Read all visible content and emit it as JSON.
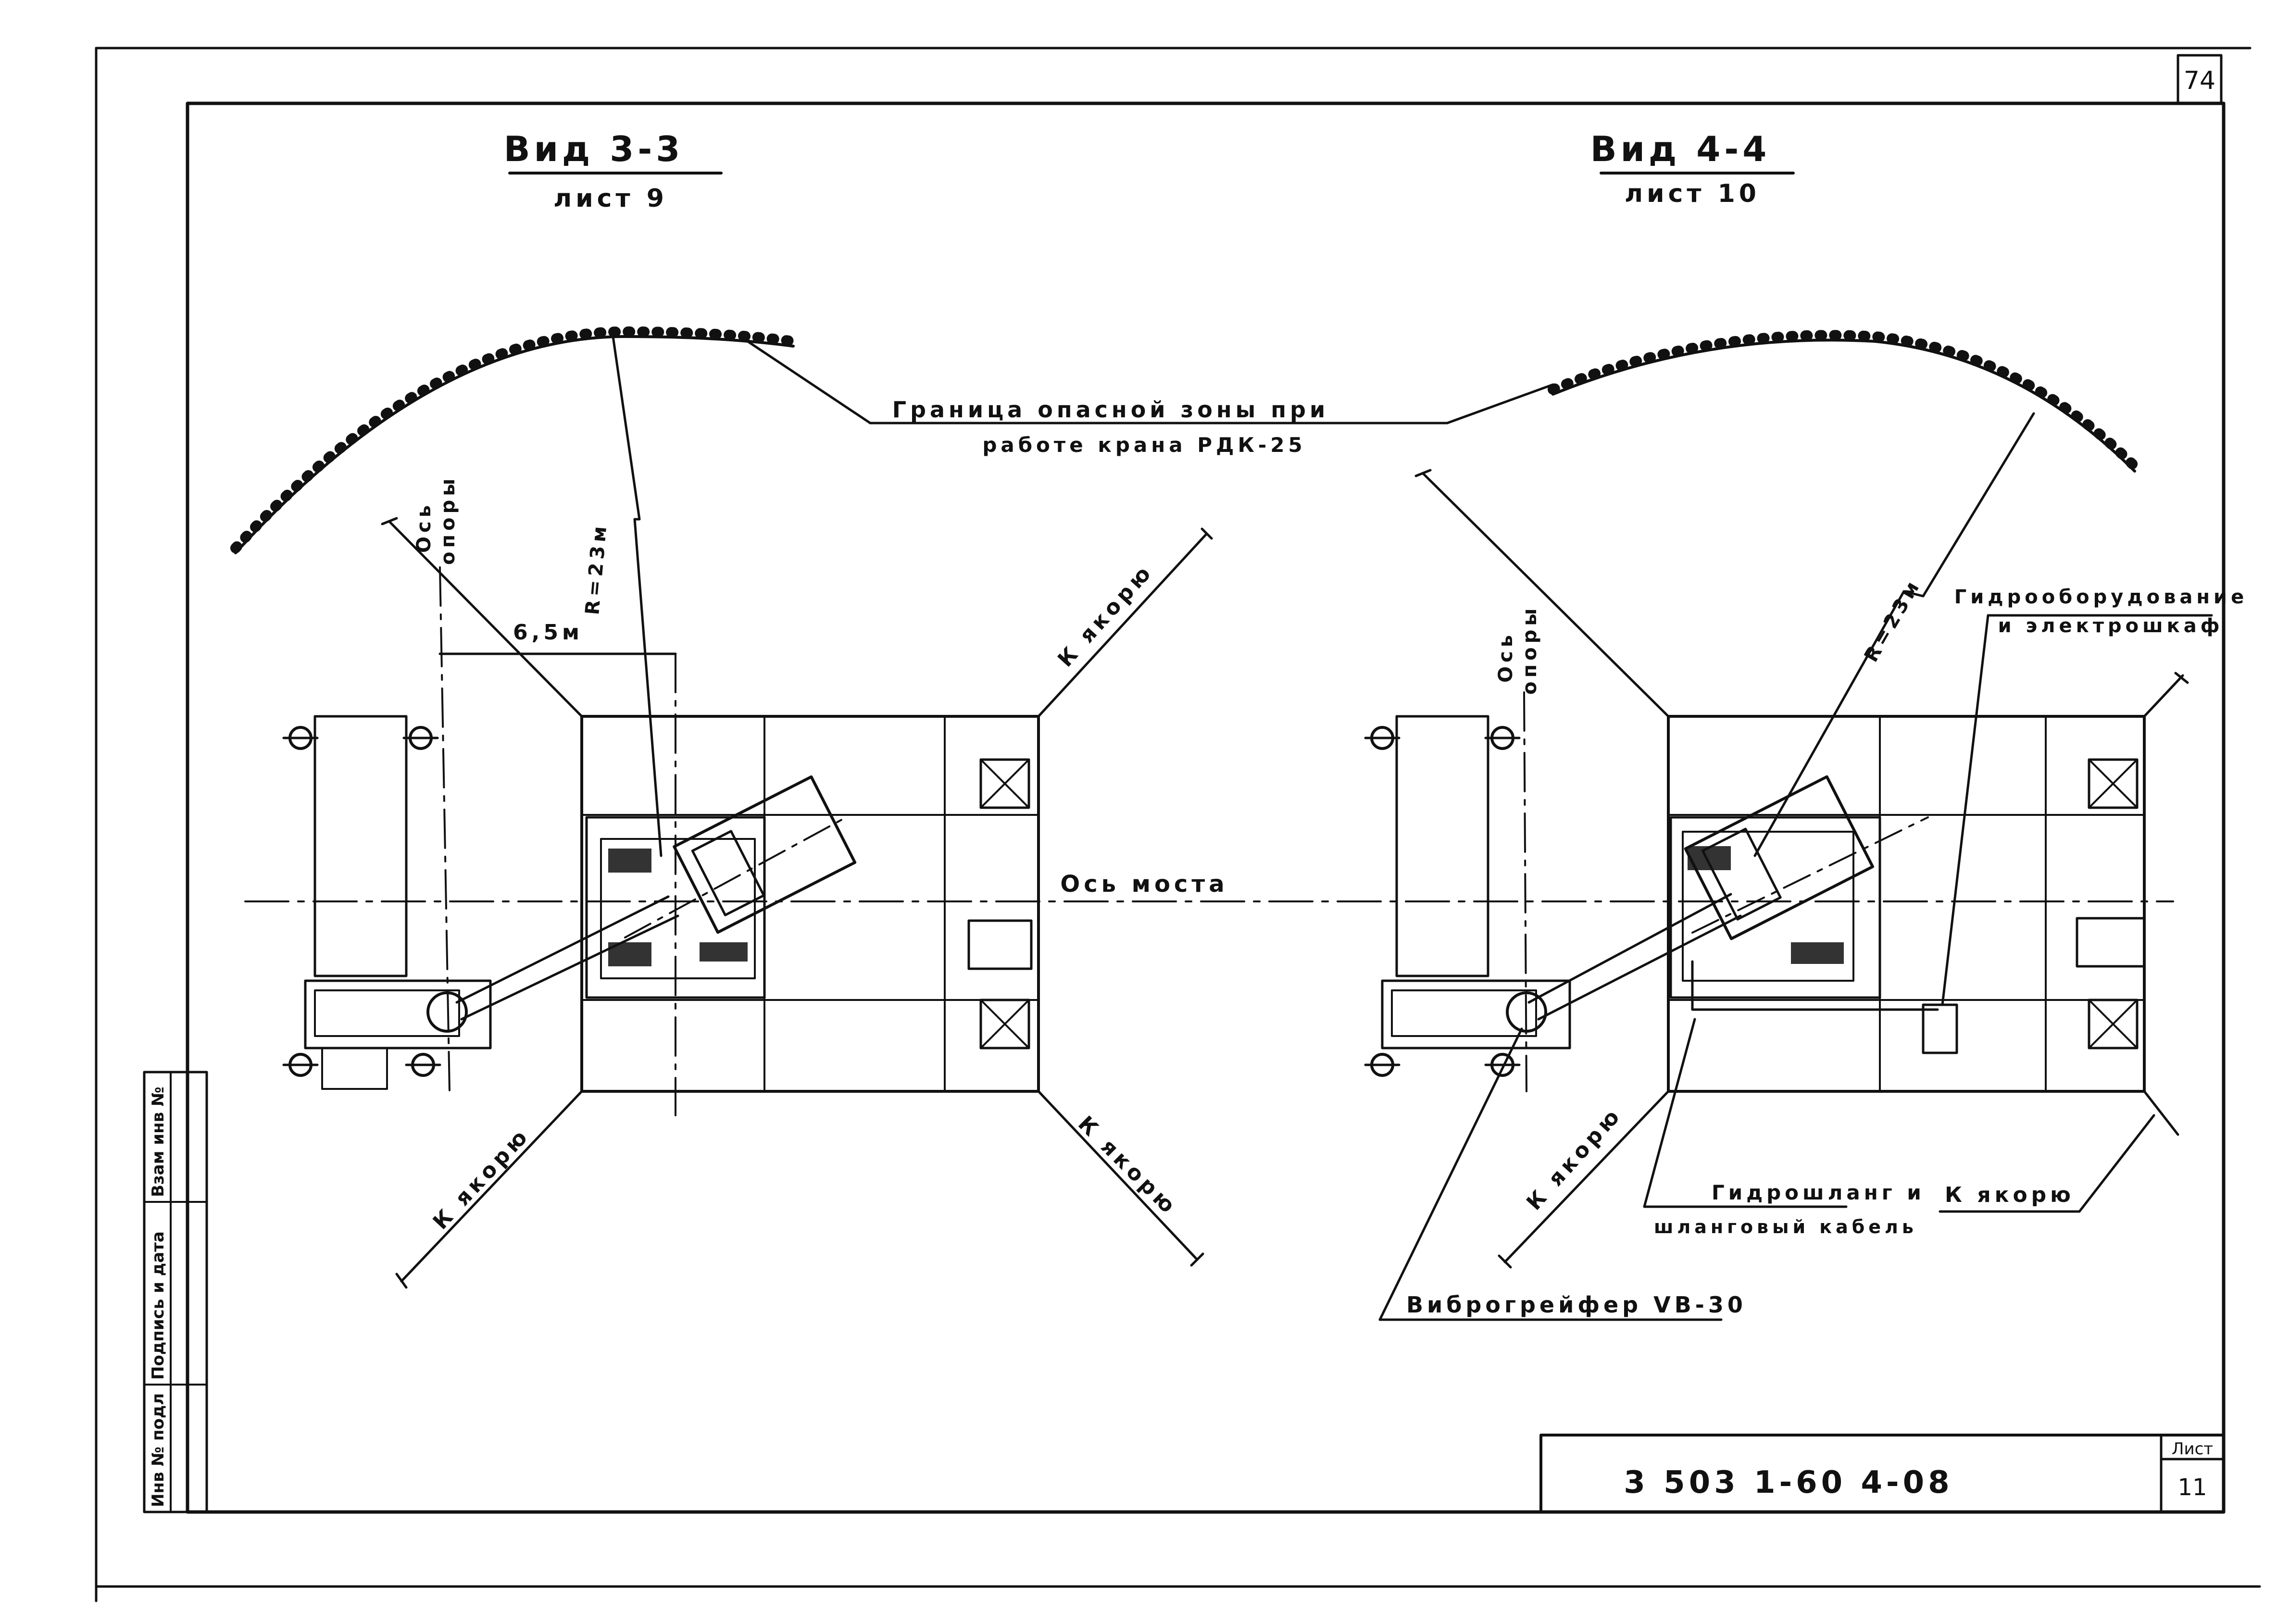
{
  "sheet": {
    "corner_number": "74",
    "stamp_code": "3 503 1-60 4-08",
    "stamp_sheet_label": "Лист",
    "stamp_sheet_number": "11"
  },
  "side_stamp": {
    "cells": [
      "Инв № подл",
      "Подпись и дата",
      "Взам инв №"
    ]
  },
  "views": {
    "left": {
      "title": "Вид 3-3",
      "subtitle": "лист 9"
    },
    "right": {
      "title": "Вид 4-4",
      "subtitle": "лист 10"
    }
  },
  "labels": {
    "danger_zone_line1": "Граница опасной зоны при",
    "danger_zone_line2": "работе крана РДК-25",
    "bridge_axis": "Ось моста",
    "support_axis_line1": "Ось",
    "support_axis_line2": "опоры",
    "support_axis_right_line1": "Ось",
    "support_axis_right_line2": "опоры",
    "radius_left": "R=23м",
    "radius_right": "R=23м",
    "dim_offset": "6,5м",
    "anchor_top_left": "К якорю",
    "anchor_bottom_left": "К якорю",
    "anchor_bottom_left_diag": "К якорю",
    "anchor_bottom_right_diag": "К якорю",
    "anchor_right_box": "К якорю",
    "hydro_line1": "Гидрооборудование",
    "hydro_line2": "и электрошкаф",
    "hose_line1": "Гидрошланг и",
    "hose_line2": "шланговый кабель",
    "vibro": "Виброгрейфер VB-30"
  }
}
